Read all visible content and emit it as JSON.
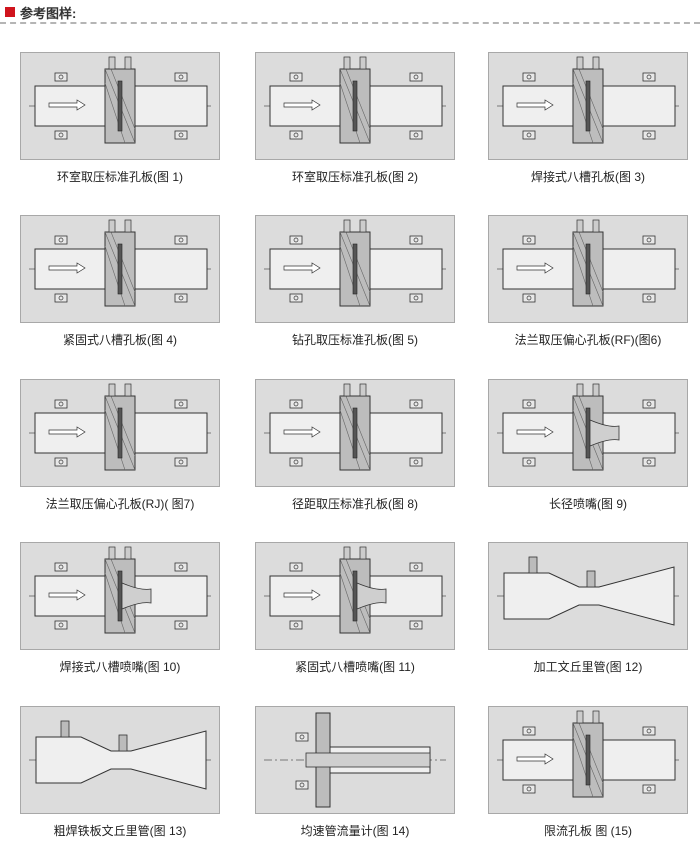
{
  "header": {
    "title": "参考图样:"
  },
  "items": [
    {
      "caption": "环室取压标准孔板(图 1)",
      "icon": "pipe-flange-diagram"
    },
    {
      "caption": "环室取压标准孔板(图 2)",
      "icon": "pipe-flange-diagram"
    },
    {
      "caption": "焊接式八槽孔板(图 3)",
      "icon": "pipe-flange-diagram"
    },
    {
      "caption": "紧固式八槽孔板(图 4)",
      "icon": "pipe-flange-diagram"
    },
    {
      "caption": "钻孔取压标准孔板(图 5)",
      "icon": "pipe-flange-diagram"
    },
    {
      "caption": "法兰取压偏心孔板(RF)(图6)",
      "icon": "pipe-flange-diagram"
    },
    {
      "caption": "法兰取压偏心孔板(RJ)( 图7)",
      "icon": "pipe-flange-diagram"
    },
    {
      "caption": "径距取压标准孔板(图 8)",
      "icon": "pipe-flange-diagram"
    },
    {
      "caption": "长径喷嘴(图 9)",
      "icon": "pipe-nozzle-diagram"
    },
    {
      "caption": "焊接式八槽喷嘴(图 10)",
      "icon": "pipe-nozzle-diagram"
    },
    {
      "caption": "紧固式八槽喷嘴(图 11)",
      "icon": "pipe-nozzle-diagram"
    },
    {
      "caption": "加工文丘里管(图 12)",
      "icon": "venturi-diagram"
    },
    {
      "caption": "粗焊铁板文丘里管(图 13)",
      "icon": "venturi-diagram"
    },
    {
      "caption": "均速管流量计(图 14)",
      "icon": "averaging-pitot-diagram"
    },
    {
      "caption": "限流孔板 图 (15)",
      "icon": "pipe-flange-diagram"
    }
  ]
}
